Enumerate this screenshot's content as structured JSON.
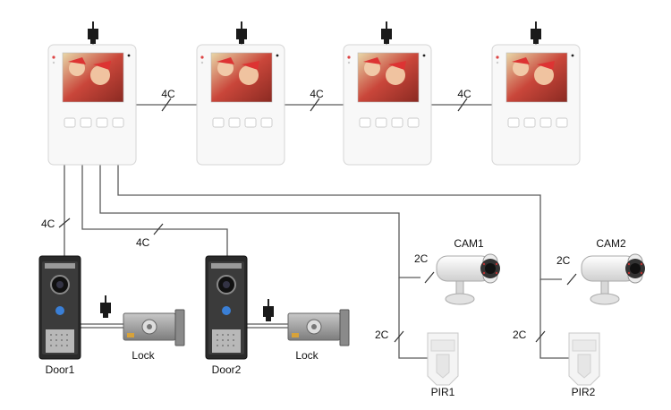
{
  "wiring": {
    "monitor_link_1": "4C",
    "monitor_link_2": "4C",
    "monitor_link_3": "4C",
    "door1_link": "4C",
    "door2_link": "4C",
    "cam1_link": "2C",
    "cam2_link": "2C",
    "pir1_link": "2C",
    "pir2_link": "2C"
  },
  "devices": {
    "door1": "Door1",
    "door2": "Door2",
    "lock1": "Lock",
    "lock2": "Lock",
    "cam1": "CAM1",
    "cam2": "CAM2",
    "pir1": "PIR1",
    "pir2": "PIR2"
  },
  "colors": {
    "wire": "#5a5a5a",
    "monitor_body": "#f7f7f7",
    "doorbell_body": "#2b2b2b",
    "doorbell_panel": "#b8b8b8",
    "doorbell_button": "#3a7fd6",
    "lock_body": "#9a9a9a",
    "camera_body": "#e8e8e8",
    "lens": "#222222",
    "screen_bg": "#c94a3a"
  },
  "icons": {
    "monitor": "indoor-monitor-icon",
    "adapter": "power-adapter-icon",
    "doorbell": "doorbell-camera-icon",
    "lock": "electric-lock-icon",
    "camera": "bullet-camera-icon",
    "pir": "pir-sensor-icon"
  }
}
